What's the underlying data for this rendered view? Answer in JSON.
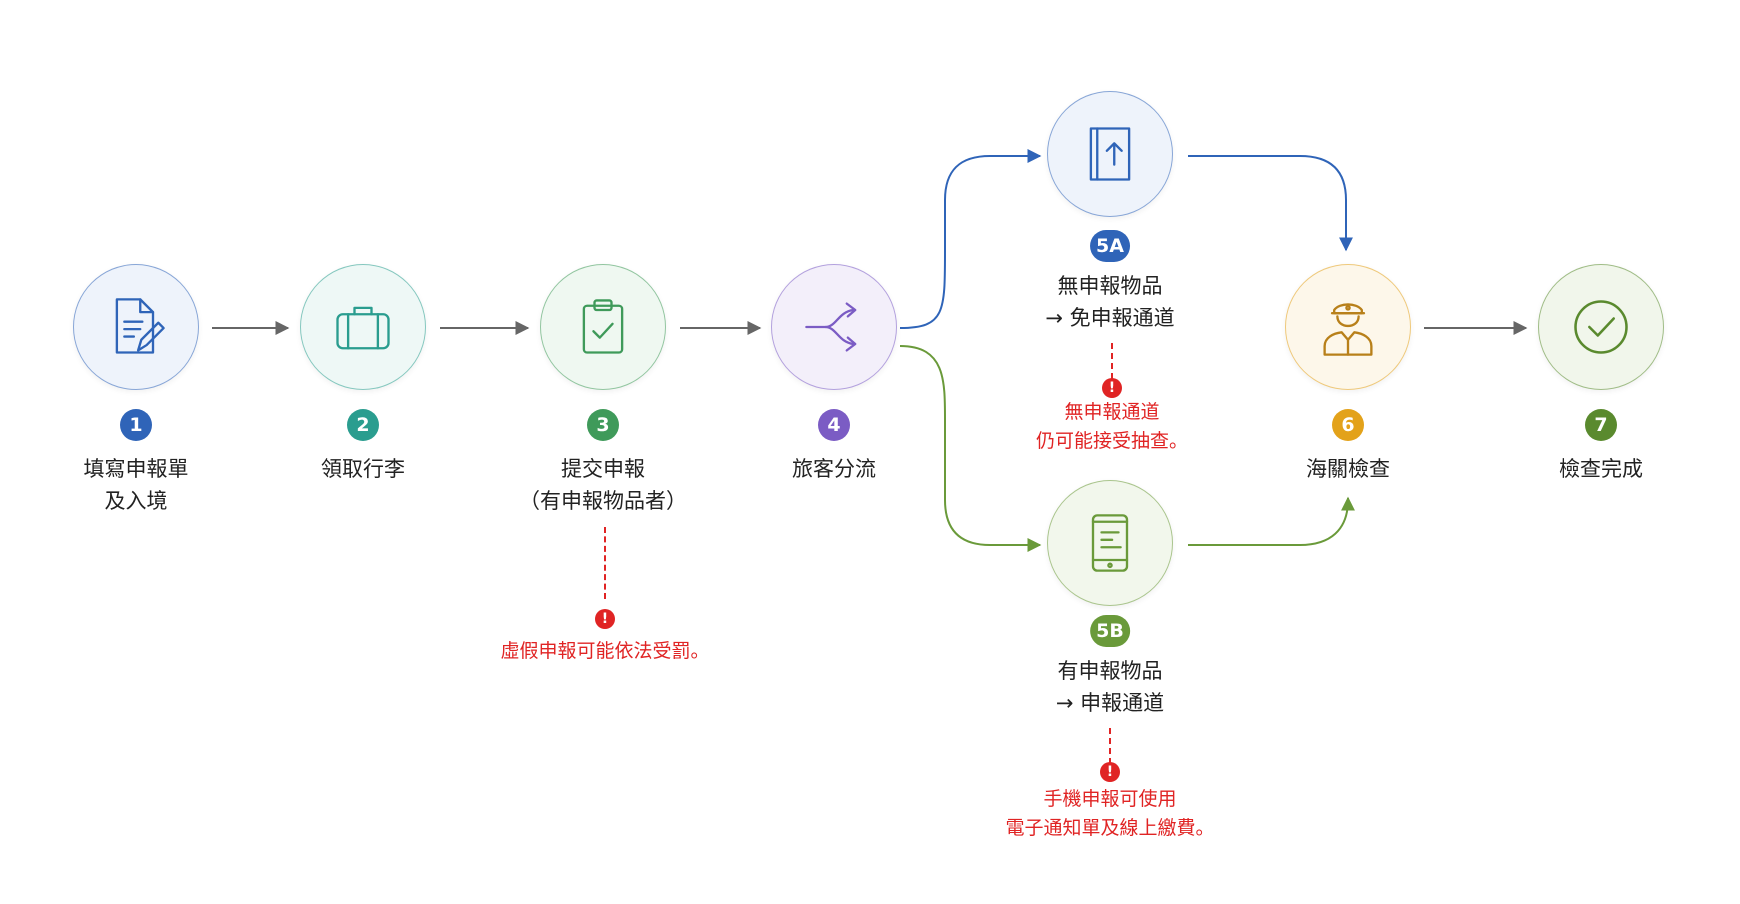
{
  "colors": {
    "arrow_gray": "#666666",
    "path_blue": "#2f64b8",
    "path_green": "#6a9a3a",
    "warning_red": "#e02424"
  },
  "steps": [
    {
      "badge": "1",
      "lines": [
        "填寫申報單",
        "及入境"
      ],
      "icon": "document-edit-icon",
      "color": "#2f64b8",
      "fill": "#eef3fb"
    },
    {
      "badge": "2",
      "lines": [
        "領取行李"
      ],
      "icon": "suitcase-icon",
      "color": "#2a9d8f",
      "fill": "#eef8f6"
    },
    {
      "badge": "3",
      "lines": [
        "提交申報",
        "（有申報物品者）"
      ],
      "icon": "clipboard-check-icon",
      "color": "#3f9a5a",
      "fill": "#eff8f1"
    },
    {
      "badge": "4",
      "lines": [
        "旅客分流"
      ],
      "icon": "split-arrows-icon",
      "color": "#7b5cc4",
      "fill": "#f3effa"
    },
    {
      "badge": "5A",
      "lines": [
        "無申報物品",
        "→ 免申報通道"
      ],
      "icon": "exit-door-icon",
      "color": "#2f64b8",
      "fill": "#eef3fb"
    },
    {
      "badge": "5B",
      "lines": [
        "有申報物品",
        "→ 申報通道"
      ],
      "icon": "mobile-phone-icon",
      "color": "#6a9a3a",
      "fill": "#f2f7ec"
    },
    {
      "badge": "6",
      "lines": [
        "海關檢查"
      ],
      "icon": "customs-officer-icon",
      "color": "#e3a21a",
      "fill": "#fdf7ea"
    },
    {
      "badge": "7",
      "lines": [
        "檢查完成"
      ],
      "icon": "check-circle-icon",
      "color": "#5a8a2e",
      "fill": "#f1f6eb"
    }
  ],
  "warnings": [
    {
      "step": "3",
      "icon": "exclamation-icon",
      "lines": [
        "虛假申報可能依法受罰。"
      ]
    },
    {
      "step": "5A",
      "icon": "exclamation-icon",
      "lines": [
        "無申報通道",
        "仍可能接受抽查。"
      ]
    },
    {
      "step": "5B",
      "icon": "exclamation-icon",
      "lines": [
        "手機申報可使用",
        "電子通知單及線上繳費。"
      ]
    }
  ]
}
